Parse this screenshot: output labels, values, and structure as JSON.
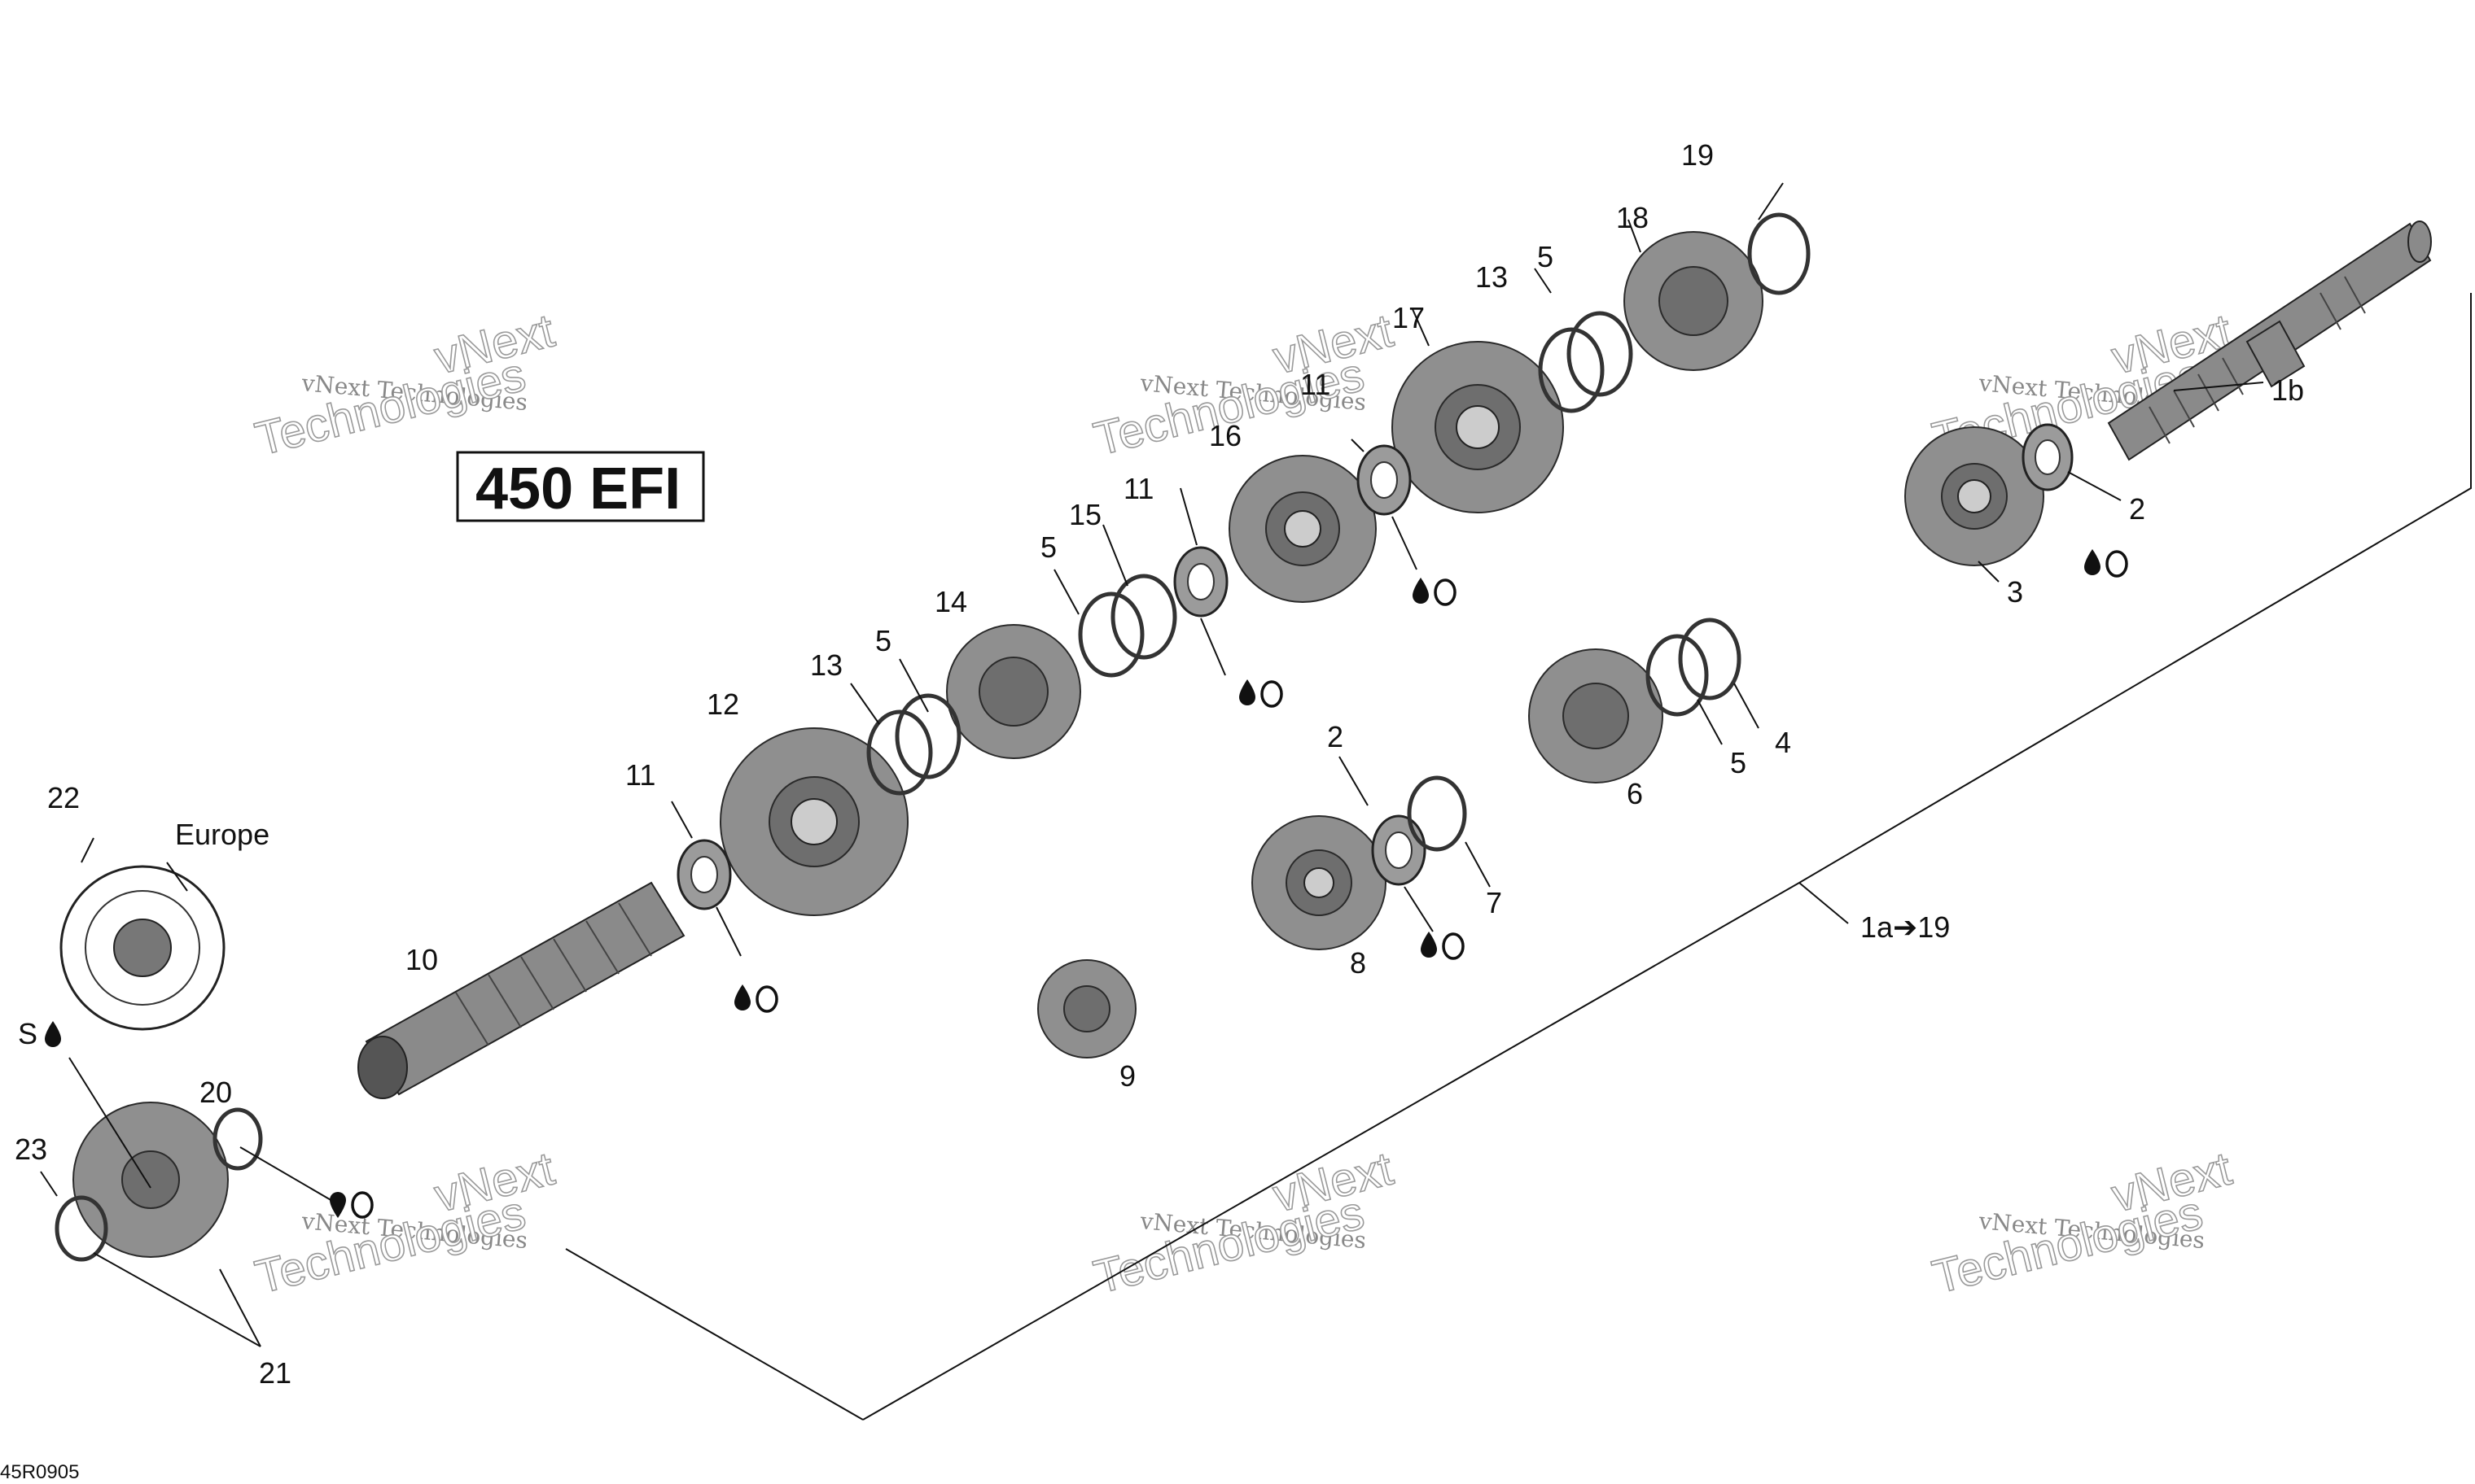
{
  "diagram": {
    "model_label": "450 EFI",
    "region_note": "Europe",
    "drawing_code": "45R0905",
    "watermark": {
      "line1": "vNext",
      "line2": "vNext Technologies",
      "line3": "Technologies"
    },
    "assembly_callout": "1a➔19",
    "lube_symbol": "◖O",
    "lube_symbol_20": "◖O",
    "sealant_label": "S",
    "callouts": {
      "c1b": "1b",
      "c2a": "2",
      "c2b": "2",
      "c3": "3",
      "c4": "4",
      "c5a": "5",
      "c5b": "5",
      "c5c": "5",
      "c5d": "5",
      "c6": "6",
      "c7": "7",
      "c8": "8",
      "c9": "9",
      "c10": "10",
      "c11a": "11",
      "c11b": "11",
      "c11c": "11",
      "c12": "12",
      "c13a": "13",
      "c13b": "13",
      "c14": "14",
      "c15": "15",
      "c16": "16",
      "c17": "17",
      "c18": "18",
      "c19": "19",
      "c20": "20",
      "c21": "21",
      "c22": "22",
      "c23": "23"
    }
  }
}
